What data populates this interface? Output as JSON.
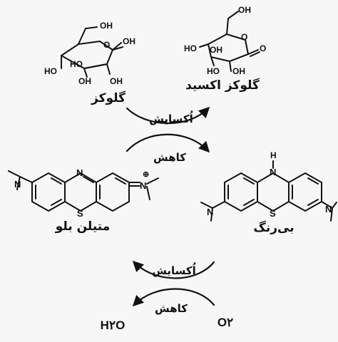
{
  "labels": {
    "glucose": "گلوکز",
    "gluconic_acid": "گلوکز اکسید",
    "methylene_blue": "متیلن بلو",
    "leuco": "بی‌رنگ",
    "oxidation_top": "اُکسایش",
    "reduction_top": "کاهش",
    "oxidation_bottom": "اُکسایش",
    "reduction_bottom": "کاهش"
  },
  "formulas": {
    "water": "H۲O",
    "oxygen": "O۲"
  },
  "atoms": {
    "oh": "OH",
    "ho": "HO",
    "o": "O",
    "n": "N",
    "s": "S",
    "h": "H",
    "charge": "⊕"
  }
}
